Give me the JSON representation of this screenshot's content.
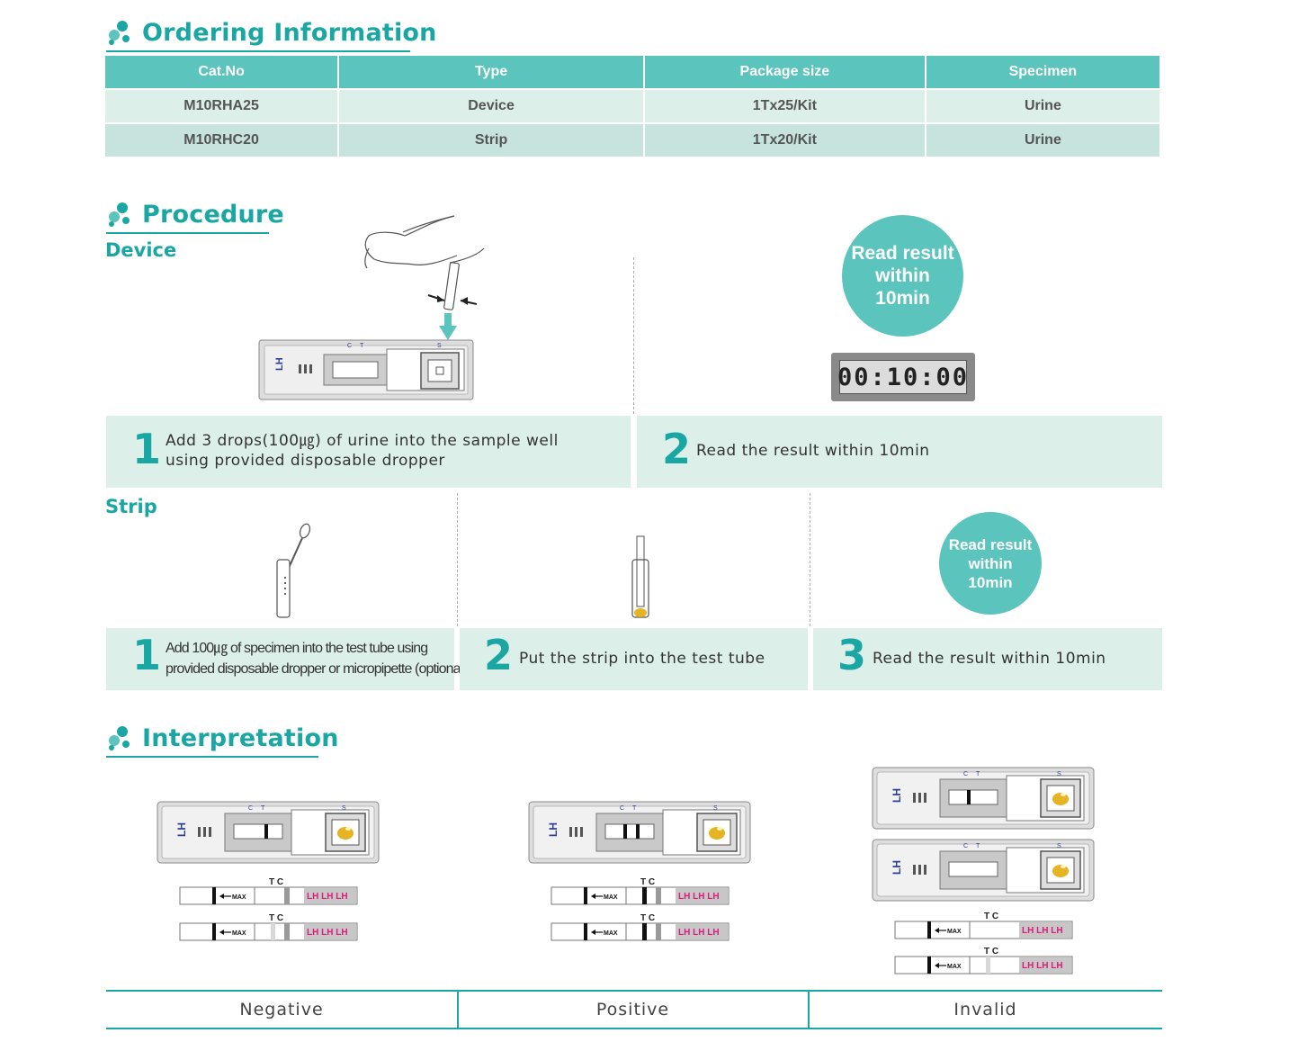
{
  "ordering": {
    "title": "Ordering Information",
    "headers": [
      "Cat.No",
      "Type",
      "Package size",
      "Specimen"
    ],
    "rows": [
      [
        "M10RHA25",
        "Device",
        "1Tx25/Kit",
        "Urine"
      ],
      [
        "M10RHC20",
        "Strip",
        "1Tx20/Kit",
        "Urine"
      ]
    ]
  },
  "procedure": {
    "title": "Procedure",
    "device": {
      "label": "Device",
      "step1_num": "1",
      "step1_line1": "Add 3 drops(100㎍) of urine into the sample well",
      "step1_line2": "using provided disposable dropper",
      "step2_num": "2",
      "step2_text": "Read the result within 10min",
      "circle_line1": "Read result",
      "circle_line2": "within",
      "circle_line3": "10min",
      "timer": "00:10:00"
    },
    "strip": {
      "label": "Strip",
      "step1_num": "1",
      "step1_line1": "Add 100㎍ of specimen into the test tube using",
      "step1_line2": "provided disposable dropper or micropipette (optional)",
      "step2_num": "2",
      "step2_text": "Put the strip into the test tube",
      "step3_num": "3",
      "step3_text": "Read the result within 10min",
      "circle_line1": "Read result",
      "circle_line2": "within",
      "circle_line3": "10min"
    }
  },
  "interpretation": {
    "title": "Interpretation",
    "cassette_labels": {
      "lh": "LH",
      "c": "C",
      "t": "T",
      "s": "S"
    },
    "strip_labels": {
      "t": "T",
      "c": "C",
      "max": "MAX",
      "lh": "LH LH LH"
    },
    "results": [
      "Negative",
      "Positive",
      "Invalid"
    ]
  },
  "colors": {
    "teal": "#1aa7a4",
    "teal_light": "#5bc4bd",
    "row_light": "#dcefe9",
    "row_mid": "#c6e4dd",
    "magenta": "#e0197d"
  }
}
